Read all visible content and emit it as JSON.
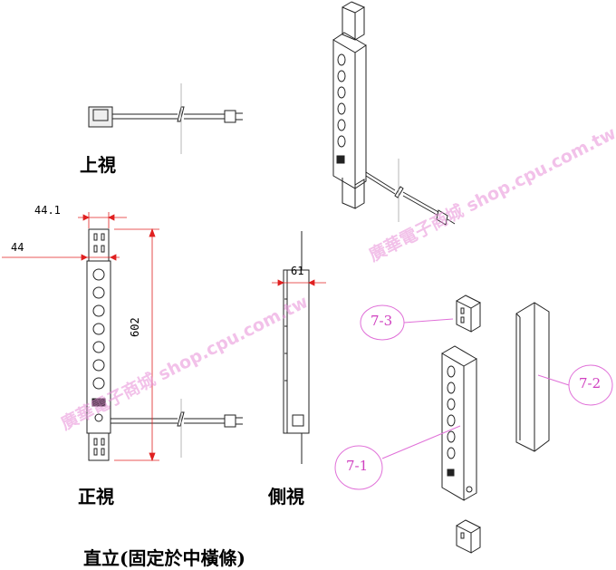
{
  "labels": {
    "top_view": "上視",
    "front_view": "正視",
    "side_view": "側視",
    "caption": "直立(固定於中橫條)"
  },
  "dimensions": {
    "width_outer": "44.1",
    "width_inner": "44",
    "height": "602",
    "depth": "61"
  },
  "callouts": {
    "part_1": "7-1",
    "part_2": "7-2",
    "part_3": "7-3"
  },
  "watermarks": {
    "text_1": "廣華電子商城  shop.cpu.com.tw",
    "text_2": "廣華電子商城  shop.cpu.com.tw"
  },
  "colors": {
    "line": "#222222",
    "dimension": "#e02020",
    "callout": "#e070d8",
    "watermark": "#e88fd8"
  }
}
